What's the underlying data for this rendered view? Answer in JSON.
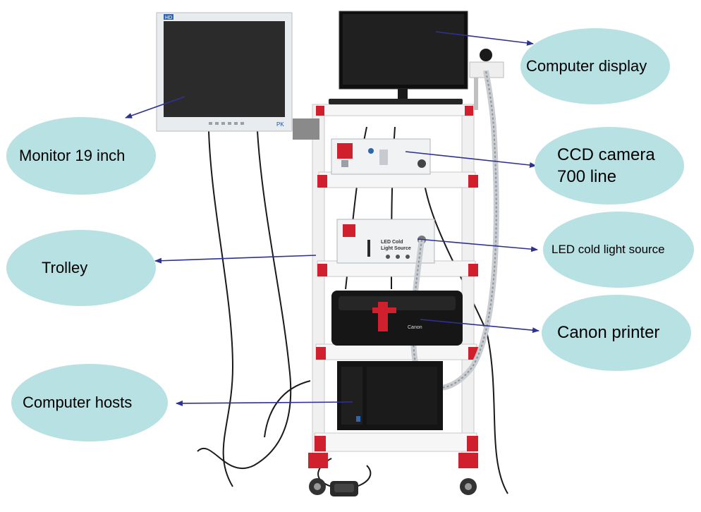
{
  "callouts": {
    "computer_display": "Computer display",
    "monitor": "Monitor 19 inch",
    "ccd_camera_line1": "CCD camera",
    "ccd_camera_line2": "700 line",
    "trolley": "Trolley",
    "led_light_source": "LED cold light source",
    "canon_printer": "Canon printer",
    "computer_hosts": "Computer hosts"
  },
  "device_labels": {
    "monitor_brand": "HD",
    "monitor_model": "PK",
    "light_source_line1": "LED Cold",
    "light_source_line2": "Light Source",
    "printer_brand": "Canon"
  },
  "colors": {
    "callout_fill": "#b8e1e3",
    "arrow": "#2e3192",
    "trolley_frame": "#f1f1f1",
    "trolley_accent": "#d0202e"
  }
}
